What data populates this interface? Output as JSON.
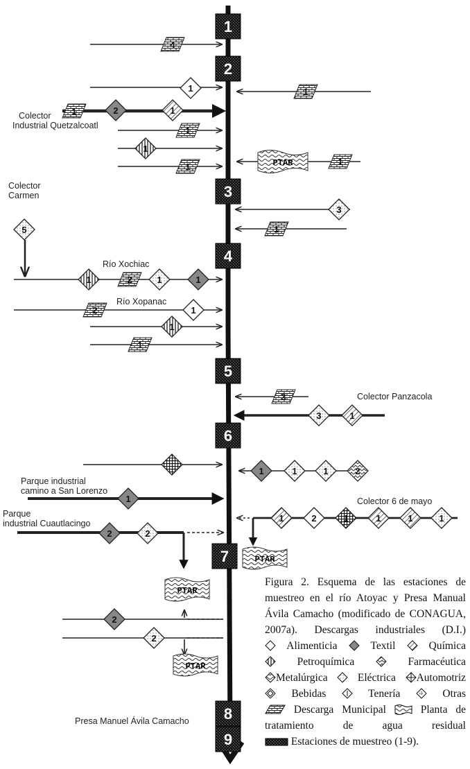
{
  "stations": [
    "1",
    "2",
    "3",
    "4",
    "5",
    "6",
    "7",
    "8",
    "9"
  ],
  "labels": {
    "quetzal_1": "Colector",
    "quetzal_2": "Industrial Quetzalcoatl",
    "carmen_1": "Colector",
    "carmen_2": "Carmen",
    "xochiac": "Río Xochiac",
    "xopanac": "Río Xopanac",
    "panzacola": "Colector Panzacola",
    "lorenzo_1": "Parque industrial",
    "lorenzo_2": "camino a San Lorenzo",
    "cuautla_1": "Parque",
    "cuautla_2": "industrial Cuautlacingo",
    "mayo": "Colector 6 de mayo",
    "presa": "Presa Manuel Ávila Camacho"
  },
  "ptar_label": "PTAR",
  "markers": {
    "m1": "4",
    "m2": "1",
    "m3": "1",
    "m4": "1",
    "m5": "2",
    "m6": "1",
    "m7": "1",
    "m8": "1",
    "m9": "1",
    "m10": "1",
    "m11": "3",
    "m12": "1",
    "m13": "5",
    "m14": "1",
    "m15": "2",
    "m16": "1",
    "m17": "1",
    "m18": "2",
    "m19": "1",
    "m20": "1",
    "m21": "1",
    "m22": "3",
    "m23": "1",
    "m24": "3",
    "m25": "1",
    "m26": "1",
    "m27": "2",
    "m28": "1",
    "m29": "1",
    "m30": "2",
    "m31": "1",
    "m32": "1",
    "m33": "1",
    "m34": "1",
    "m35": "1",
    "m36": "2",
    "m37": "2"
  },
  "caption": {
    "intro": "Figura 2. Esquema de las estaciones de muestreo en el río Atoyac y Presa Manual Ávila Camacho (modificado de CONAGUA, 2007a). Descargas industriales (D.I.)",
    "legend": [
      {
        "key": "alimenticia",
        "label": "Alimenticia"
      },
      {
        "key": "textil",
        "label": "Textil"
      },
      {
        "key": "quimica",
        "label": "Química"
      },
      {
        "key": "petroquimica",
        "label": "Petroquímica"
      },
      {
        "key": "farmaceutica",
        "label": "Farmacéutica"
      },
      {
        "key": "metalurgica",
        "label": "Metalúrgica"
      },
      {
        "key": "electrica",
        "label": "Eléctrica"
      },
      {
        "key": "automotriz",
        "label": "Automotriz"
      },
      {
        "key": "bebidas",
        "label": "Bebidas"
      },
      {
        "key": "teneria",
        "label": "Tenería"
      },
      {
        "key": "otras",
        "label": "Otras"
      },
      {
        "key": "municipal",
        "label": "Descarga Municipal"
      },
      {
        "key": "ptar",
        "label": "Planta de tratamiento de agua residual"
      },
      {
        "key": "estaciones",
        "label": "Estaciones de muestreo (1-9)."
      }
    ]
  }
}
